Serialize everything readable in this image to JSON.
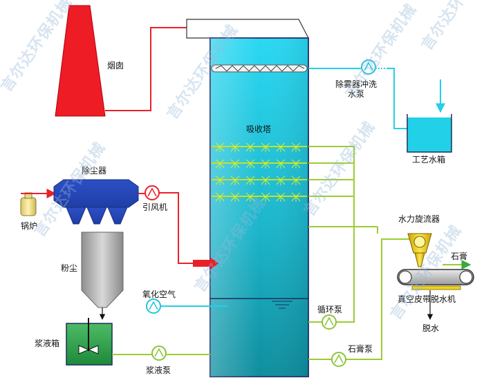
{
  "labels": {
    "chimney": "烟囱",
    "absorber": "吸收塔",
    "demister_pump": "除雾器冲洗\n水泵",
    "process_tank": "工艺水箱",
    "dust_collector": "除尘器",
    "fan": "引风机",
    "boiler": "锅炉",
    "dust": "粉尘",
    "oxidation_air": "氧化空气",
    "circulation_pump": "循环泵",
    "hydrocyclone": "水力旋流器",
    "gypsum": "石膏",
    "belt_filter": "真空皮带脱水机",
    "dewater": "脱水",
    "gypsum_pump": "石膏泵",
    "slurry_tank": "浆液箱",
    "slurry_pump": "浆液泵"
  },
  "watermark": "言尔达环保机械",
  "colors": {
    "flue_gas": "#e8202a",
    "water": "#22d0e8",
    "slurry": "#9acd32",
    "tower_top": "#29d6f0",
    "tower_bottom": "#139aa8",
    "dust_collector": "#2f55c8"
  }
}
